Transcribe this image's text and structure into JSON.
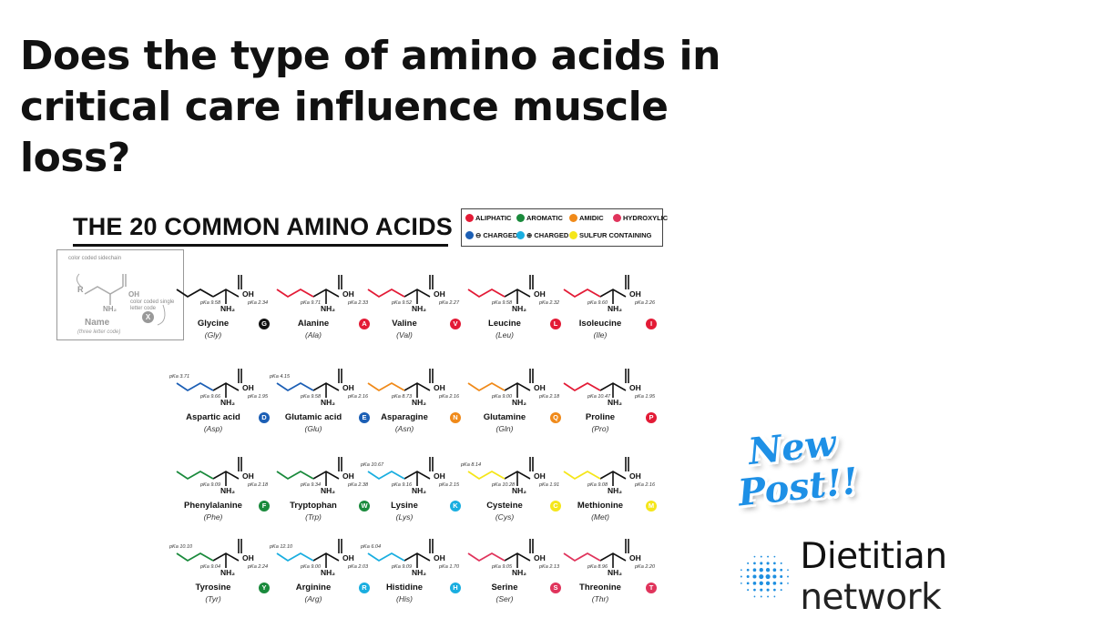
{
  "headline": "Does the type of amino acids in critical care influence muscle loss?",
  "poster": {
    "title": "THE 20 COMMON AMINO ACIDS",
    "legend": [
      {
        "label": "ALIPHATIC",
        "color": "#e31b36"
      },
      {
        "label": "AROMATIC",
        "color": "#1a8a3c"
      },
      {
        "label": "AMIDIC",
        "color": "#f08a1a"
      },
      {
        "label": "HYDROXYLIC",
        "color": "#e0345c"
      },
      {
        "label": "⊖ CHARGED",
        "color": "#1c5fb5"
      },
      {
        "label": "⊕ CHARGED",
        "color": "#1aaee0"
      },
      {
        "label": "SULFUR CONTAINING",
        "color": "#f5e61a"
      }
    ],
    "key": {
      "sidechain_note": "color coded sidechain",
      "letter_note": "color coded single letter code",
      "r_label": "R",
      "oh_label": "OH",
      "nh2_label": "NH₂",
      "name_label": "Name",
      "abbr_label": "(three letter code)",
      "badge_letter": "X"
    },
    "amino_acids": [
      {
        "name": "Glycine",
        "abbr": "(Gly)",
        "letter": "G",
        "color": "#111111",
        "pka_amine": "pKa 9.58",
        "pka_acid": "pKa 2.34"
      },
      {
        "name": "Alanine",
        "abbr": "(Ala)",
        "letter": "A",
        "color": "#e31b36",
        "pka_amine": "pKa 9.71",
        "pka_acid": "pKa 2.33"
      },
      {
        "name": "Valine",
        "abbr": "(Val)",
        "letter": "V",
        "color": "#e31b36",
        "pka_amine": "pKa 9.52",
        "pka_acid": "pKa 2.27"
      },
      {
        "name": "Leucine",
        "abbr": "(Leu)",
        "letter": "L",
        "color": "#e31b36",
        "pka_amine": "pKa 9.58",
        "pka_acid": "pKa 2.32"
      },
      {
        "name": "Isoleucine",
        "abbr": "(Ile)",
        "letter": "I",
        "color": "#e31b36",
        "pka_amine": "pKa 9.60",
        "pka_acid": "pKa 2.26"
      },
      {
        "name": "Aspartic acid",
        "abbr": "(Asp)",
        "letter": "D",
        "color": "#1c5fb5",
        "pka_amine": "pKa 9.66",
        "pka_acid": "pKa 1.95",
        "pka_side": "pKa 3.71"
      },
      {
        "name": "Glutamic acid",
        "abbr": "(Glu)",
        "letter": "E",
        "color": "#1c5fb5",
        "pka_amine": "pKa 9.58",
        "pka_acid": "pKa 2.16",
        "pka_side": "pKa 4.15"
      },
      {
        "name": "Asparagine",
        "abbr": "(Asn)",
        "letter": "N",
        "color": "#f08a1a",
        "pka_amine": "pKa 8.73",
        "pka_acid": "pKa 2.16"
      },
      {
        "name": "Glutamine",
        "abbr": "(Gln)",
        "letter": "Q",
        "color": "#f08a1a",
        "pka_amine": "pKa 9.00",
        "pka_acid": "pKa 2.18"
      },
      {
        "name": "Proline",
        "abbr": "(Pro)",
        "letter": "P",
        "color": "#e31b36",
        "pka_amine": "pKa 10.47",
        "pka_acid": "pKa 1.95"
      },
      {
        "name": "Phenylalanine",
        "abbr": "(Phe)",
        "letter": "F",
        "color": "#1a8a3c",
        "pka_amine": "pKa 9.09",
        "pka_acid": "pKa 2.18"
      },
      {
        "name": "Tryptophan",
        "abbr": "(Trp)",
        "letter": "W",
        "color": "#1a8a3c",
        "pka_amine": "pKa 9.34",
        "pka_acid": "pKa 2.38"
      },
      {
        "name": "Lysine",
        "abbr": "(Lys)",
        "letter": "K",
        "color": "#1aaee0",
        "pka_amine": "pKa 9.16",
        "pka_acid": "pKa 2.15",
        "pka_side": "pKa 10.67"
      },
      {
        "name": "Cysteine",
        "abbr": "(Cys)",
        "letter": "C",
        "color": "#f5e61a",
        "pka_amine": "pKa 10.28",
        "pka_acid": "pKa 1.91",
        "pka_side": "pKa 8.14"
      },
      {
        "name": "Methionine",
        "abbr": "(Met)",
        "letter": "M",
        "color": "#f5e61a",
        "pka_amine": "pKa 9.08",
        "pka_acid": "pKa 2.16"
      },
      {
        "name": "Tyrosine",
        "abbr": "(Tyr)",
        "letter": "Y",
        "color": "#1a8a3c",
        "pka_amine": "pKa 9.04",
        "pka_acid": "pKa 2.24",
        "pka_side": "pKa 10.10"
      },
      {
        "name": "Arginine",
        "abbr": "(Arg)",
        "letter": "R",
        "color": "#1aaee0",
        "pka_amine": "pKa 9.00",
        "pka_acid": "pKa 2.03",
        "pka_side": "pKa 12.10"
      },
      {
        "name": "Histidine",
        "abbr": "(His)",
        "letter": "H",
        "color": "#1aaee0",
        "pka_amine": "pKa 9.09",
        "pka_acid": "pKa 1.70",
        "pka_side": "pKa 6.04"
      },
      {
        "name": "Serine",
        "abbr": "(Ser)",
        "letter": "S",
        "color": "#e0345c",
        "pka_amine": "pKa 9.05",
        "pka_acid": "pKa 2.13"
      },
      {
        "name": "Threonine",
        "abbr": "(Thr)",
        "letter": "T",
        "color": "#e0345c",
        "pka_amine": "pKa 8.96",
        "pka_acid": "pKa 2.20"
      }
    ]
  },
  "sticker": {
    "line1": "New",
    "line2": "Post!!",
    "color": "#1e90e6"
  },
  "brand": {
    "name_bold": "Dietitian",
    "name_light": "network",
    "icon": "dot-grid-logo-icon",
    "color": "#1e8fe0"
  }
}
